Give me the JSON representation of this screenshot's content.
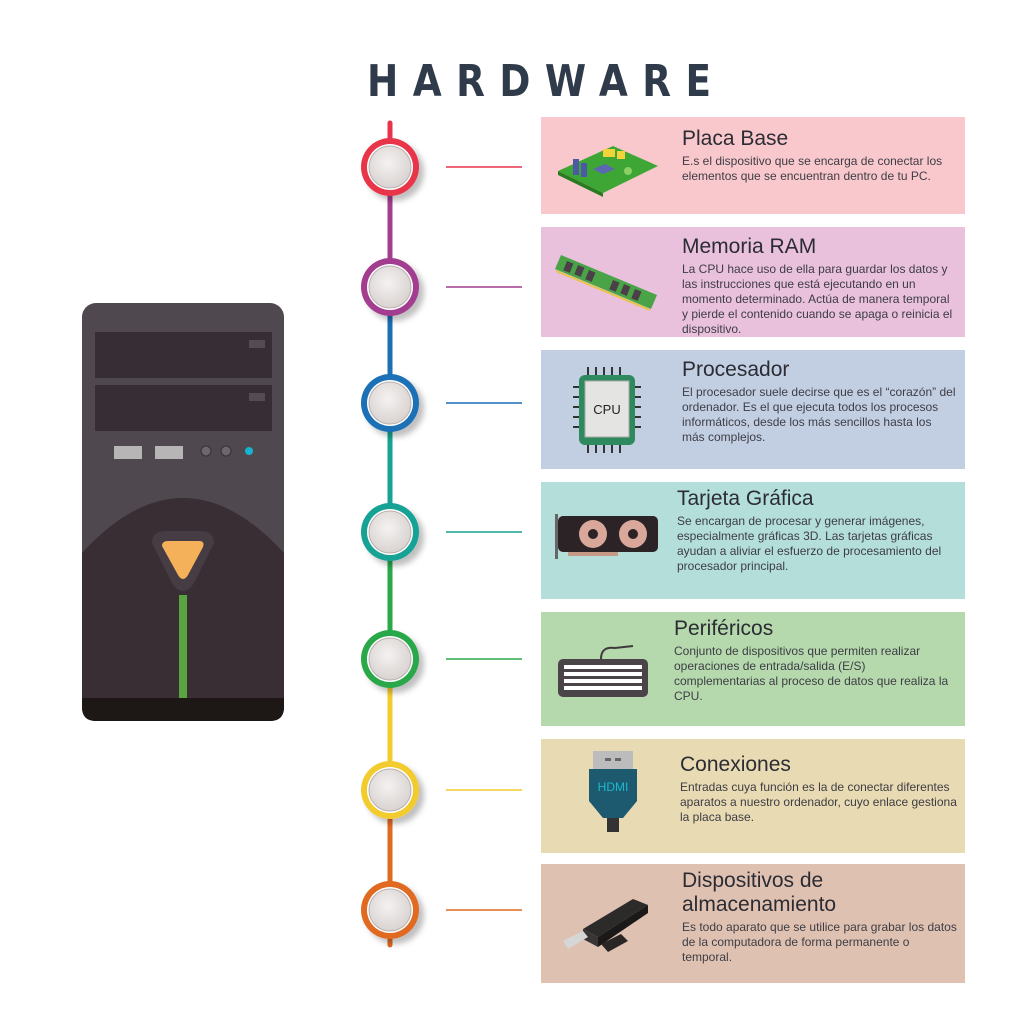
{
  "title": "HARDWARE",
  "items": [
    {
      "title": "Placa Base",
      "body": "E.s el dispositivo que se encarga de conectar los elementos que se encuentran dentro de tu PC.",
      "color": "#e8344a",
      "bg": "#f8c8cc",
      "icon": "motherboard-icon"
    },
    {
      "title": "Memoria RAM",
      "body": "La CPU hace uso de ella para guardar los datos y las instrucciones que está ejecutando en un momento determinado. Actúa de manera temporal y pierde el contenido cuando se apaga o reinicia el dispositivo.",
      "color": "#a23e8f",
      "bg": "#e9c1dd",
      "icon": "ram-icon"
    },
    {
      "title": "Procesador",
      "body": "El procesador suele decirse que es el “corazón” del ordenador. Es el que ejecuta todos los procesos informáticos, desde los más sencillos hasta los más complejos.",
      "color": "#1a6fb5",
      "bg": "#c2cfe3",
      "icon": "cpu-icon",
      "icon_label": "CPU"
    },
    {
      "title": "Tarjeta Gráfica",
      "body": "Se encargan de procesar y generar imágenes, especialmente gráficas 3D. Las tarjetas gráficas ayudan a aliviar el esfuerzo de procesamiento del procesador principal.",
      "color": "#17a294",
      "bg": "#b3ded9",
      "icon": "graphics-card-icon"
    },
    {
      "title": "Periféricos",
      "body": "Conjunto de dispositivos que permiten realizar operaciones de entrada/salida (E/S) complementarias al proceso de datos que realiza la CPU.",
      "color": "#2aa84a",
      "bg": "#b5d9ad",
      "icon": "keyboard-icon"
    },
    {
      "title": "Conexiones",
      "body": "Entradas cuya función es la de conectar diferentes aparatos a nuestro ordenador, cuyo enlace gestiona la placa base.",
      "color": "#f2cb2e",
      "bg": "#e8dab2",
      "icon": "hdmi-icon",
      "icon_label": "HDMI"
    },
    {
      "title": "Dispositivos de almacenamiento",
      "body": "Es todo aparato que se utilice para grabar los datos de la computadora de forma permanente o temporal.",
      "color": "#e06a21",
      "bg": "#dfc1b1",
      "icon": "usb-drive-icon"
    }
  ]
}
